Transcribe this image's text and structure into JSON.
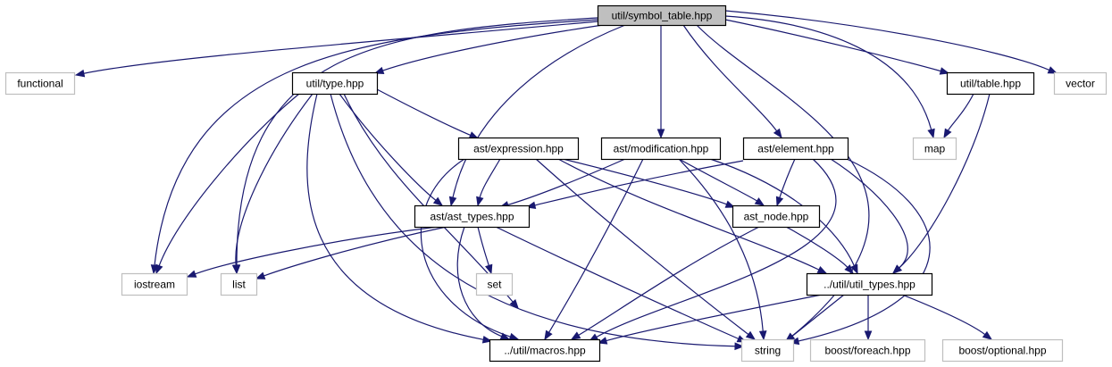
{
  "diagram": {
    "colors": {
      "edge": "#191970",
      "root_fill": "#bfbfbf",
      "internal_border": "#000000",
      "external_border": "#bfbfbf",
      "fill": "#ffffff",
      "text": "#000000"
    },
    "nodes": [
      {
        "id": "symbol_table",
        "label": "util/symbol_table.hpp",
        "kind": "root"
      },
      {
        "id": "functional",
        "label": "functional",
        "kind": "external"
      },
      {
        "id": "type",
        "label": "util/type.hpp",
        "kind": "internal"
      },
      {
        "id": "table",
        "label": "util/table.hpp",
        "kind": "internal"
      },
      {
        "id": "vector",
        "label": "vector",
        "kind": "external"
      },
      {
        "id": "expression",
        "label": "ast/expression.hpp",
        "kind": "internal"
      },
      {
        "id": "modification",
        "label": "ast/modification.hpp",
        "kind": "internal"
      },
      {
        "id": "element",
        "label": "ast/element.hpp",
        "kind": "internal"
      },
      {
        "id": "map",
        "label": "map",
        "kind": "external"
      },
      {
        "id": "ast_types",
        "label": "ast/ast_types.hpp",
        "kind": "internal"
      },
      {
        "id": "ast_node",
        "label": "ast_node.hpp",
        "kind": "internal"
      },
      {
        "id": "iostream",
        "label": "iostream",
        "kind": "external"
      },
      {
        "id": "list",
        "label": "list",
        "kind": "external"
      },
      {
        "id": "set",
        "label": "set",
        "kind": "external"
      },
      {
        "id": "util_types",
        "label": "../util/util_types.hpp",
        "kind": "internal"
      },
      {
        "id": "macros",
        "label": "../util/macros.hpp",
        "kind": "internal"
      },
      {
        "id": "string",
        "label": "string",
        "kind": "external"
      },
      {
        "id": "foreach",
        "label": "boost/foreach.hpp",
        "kind": "external"
      },
      {
        "id": "optional",
        "label": "boost/optional.hpp",
        "kind": "external"
      }
    ],
    "edges": [
      {
        "from": "symbol_table",
        "to": "functional"
      },
      {
        "from": "symbol_table",
        "to": "type"
      },
      {
        "from": "symbol_table",
        "to": "iostream"
      },
      {
        "from": "symbol_table",
        "to": "list"
      },
      {
        "from": "symbol_table",
        "to": "ast_types"
      },
      {
        "from": "symbol_table",
        "to": "modification"
      },
      {
        "from": "symbol_table",
        "to": "element"
      },
      {
        "from": "symbol_table",
        "to": "map"
      },
      {
        "from": "symbol_table",
        "to": "table"
      },
      {
        "from": "symbol_table",
        "to": "vector"
      },
      {
        "from": "symbol_table",
        "to": "string"
      },
      {
        "from": "type",
        "to": "iostream"
      },
      {
        "from": "type",
        "to": "list"
      },
      {
        "from": "type",
        "to": "expression"
      },
      {
        "from": "type",
        "to": "ast_types"
      },
      {
        "from": "type",
        "to": "macros"
      },
      {
        "from": "type",
        "to": "string"
      },
      {
        "from": "type",
        "to": "util_types"
      },
      {
        "from": "table",
        "to": "map"
      },
      {
        "from": "table",
        "to": "util_types"
      },
      {
        "from": "expression",
        "to": "ast_types"
      },
      {
        "from": "expression",
        "to": "ast_node"
      },
      {
        "from": "expression",
        "to": "util_types"
      },
      {
        "from": "expression",
        "to": "string"
      },
      {
        "from": "expression",
        "to": "macros"
      },
      {
        "from": "modification",
        "to": "ast_types"
      },
      {
        "from": "modification",
        "to": "ast_node"
      },
      {
        "from": "modification",
        "to": "macros"
      },
      {
        "from": "modification",
        "to": "string"
      },
      {
        "from": "modification",
        "to": "util_types"
      },
      {
        "from": "element",
        "to": "ast_types"
      },
      {
        "from": "element",
        "to": "ast_node"
      },
      {
        "from": "element",
        "to": "util_types"
      },
      {
        "from": "element",
        "to": "macros"
      },
      {
        "from": "element",
        "to": "string"
      },
      {
        "from": "ast_types",
        "to": "iostream"
      },
      {
        "from": "ast_types",
        "to": "list"
      },
      {
        "from": "ast_types",
        "to": "set"
      },
      {
        "from": "ast_types",
        "to": "macros"
      },
      {
        "from": "ast_types",
        "to": "string"
      },
      {
        "from": "ast_node",
        "to": "util_types"
      },
      {
        "from": "ast_node",
        "to": "macros"
      },
      {
        "from": "util_types",
        "to": "macros"
      },
      {
        "from": "util_types",
        "to": "string"
      },
      {
        "from": "util_types",
        "to": "foreach"
      },
      {
        "from": "util_types",
        "to": "optional"
      }
    ]
  }
}
